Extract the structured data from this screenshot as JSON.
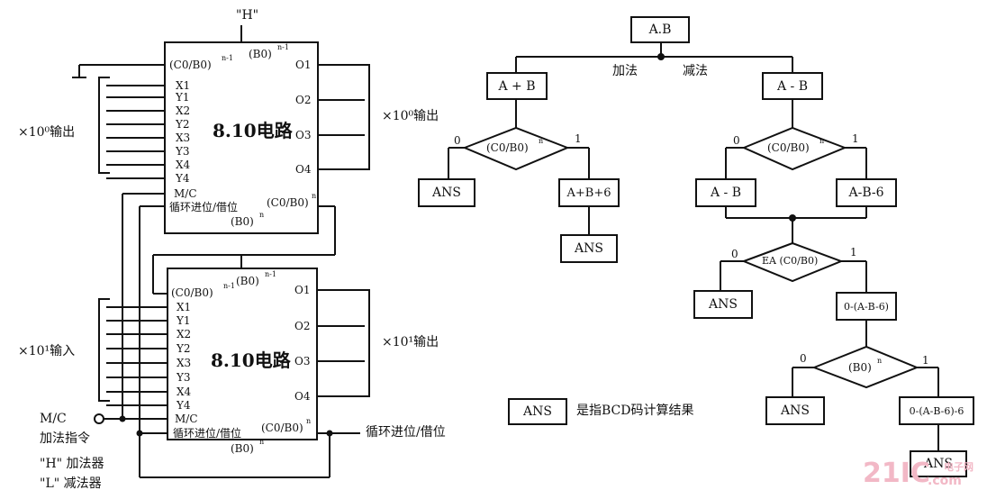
{
  "left_circuit": {
    "top_input": "\"H\"",
    "chip1": {
      "name": "8.10电路",
      "carry_in": "(C0/B0)",
      "carry_in_sup": "n-1",
      "b0_top": "(B0)",
      "b0_top_sup": "n-1",
      "inputs": [
        "X1",
        "Y1",
        "X2",
        "Y2",
        "X3",
        "Y3",
        "X4",
        "Y4"
      ],
      "mc": "M/C",
      "carry_out_label": "循环进位/借位",
      "carry_out": "(C0/B0)",
      "carry_out_sup": "n",
      "b0_bottom": "(B0)",
      "b0_bottom_sup": "n",
      "outputs": [
        "O1",
        "O2",
        "O3",
        "O4"
      ]
    },
    "chip2": {
      "name": "8.10电路",
      "carry_in": "(C0/B0)",
      "carry_in_sup": "n-1",
      "b0_top": "(B0)",
      "b0_top_sup": "n-1",
      "inputs": [
        "X1",
        "Y1",
        "X2",
        "Y2",
        "X3",
        "Y3",
        "X4",
        "Y4"
      ],
      "mc": "M/C",
      "carry_out_label": "循环进位/借位",
      "carry_out": "(C0/B0)",
      "carry_out_sup": "n",
      "b0_bottom": "(B0)",
      "b0_bottom_sup": "n",
      "outputs": [
        "O1",
        "O2",
        "O3",
        "O4"
      ]
    },
    "in0_label": "×10⁰输出",
    "out0_label": "×10⁰输出",
    "in1_label": "×10¹输入",
    "out1_label": "×10¹输出",
    "mc_label": "M/C",
    "mc_desc": "加法指令",
    "h_desc": "\"H\" 加法器",
    "l_desc": "\"L\" 减法器",
    "carry_out_text": "循环进位/借位"
  },
  "flowchart": {
    "start": "A.B",
    "add_label": "加法",
    "sub_label": "减法",
    "add_box": "A + B",
    "sub_box": "A - B",
    "decision1": "(C0/B0)",
    "decision1_sup": "n",
    "decision2": "(C0/B0)",
    "decision2_sup": "n",
    "decision3": "EA (C0/B0)",
    "decision4": "(B0)",
    "decision4_sup": "n",
    "zero": "0",
    "one": "1",
    "ans": "ANS",
    "add6": "A+B+6",
    "a_minus_b": "A - B",
    "a_minus_b_6": "A-B-6",
    "comp1": "0-(A-B-6)",
    "comp2": "0-(A-B-6)-6",
    "legend_box": "ANS",
    "legend_text": "是指BCD码计算结果"
  },
  "watermark": {
    "brand": "21IC",
    "domain": ".com",
    "site": "电子网"
  }
}
